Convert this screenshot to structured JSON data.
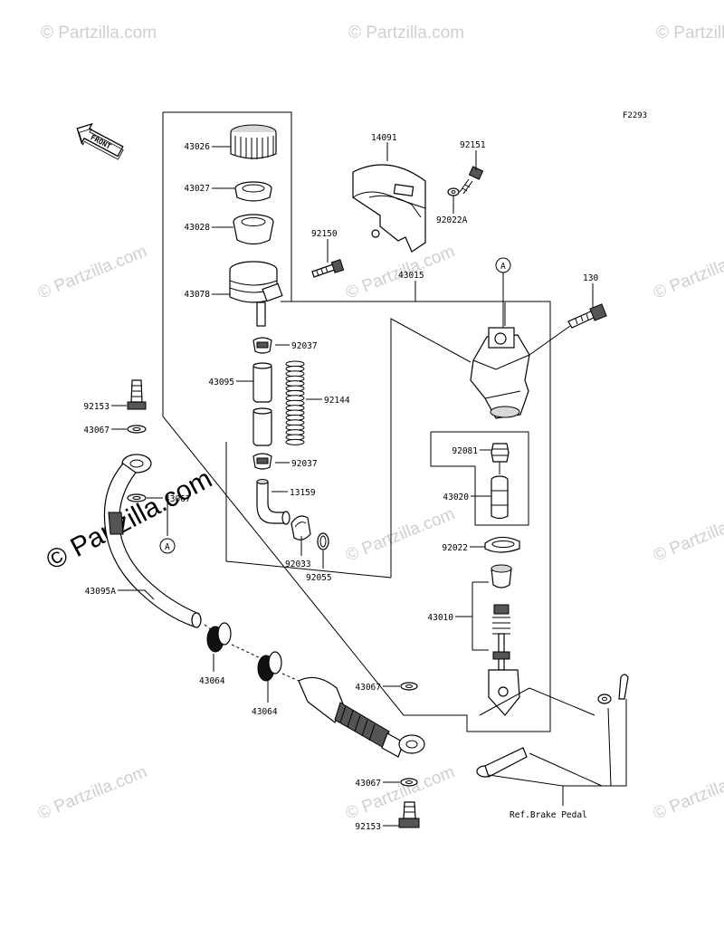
{
  "figure_code": "F2293",
  "front_label": "FRONT",
  "ref_label": "Ref.Brake Pedal",
  "callout_a": "A",
  "watermark": "© Partzilla.com",
  "watermark_large": "© Partzilla.com",
  "parts": {
    "p43026": "43026",
    "p43027": "43027",
    "p43028": "43028",
    "p43078": "43078",
    "p14091": "14091",
    "p92151": "92151",
    "p92022A": "92022A",
    "p92150": "92150",
    "p43015": "43015",
    "p130": "130",
    "p92037a": "92037",
    "p43095": "43095",
    "p92144": "92144",
    "p92037b": "92037",
    "p13159": "13159",
    "p92033": "92033",
    "p92055": "92055",
    "p92153a": "92153",
    "p43067a": "43067",
    "p43067b": "43067",
    "p43095A": "43095A",
    "p43064a": "43064",
    "p43064b": "43064",
    "p43067c": "43067",
    "p43067d": "43067",
    "p92153b": "92153",
    "p92081": "92081",
    "p43020": "43020",
    "p92022": "92022",
    "p43010": "43010"
  }
}
